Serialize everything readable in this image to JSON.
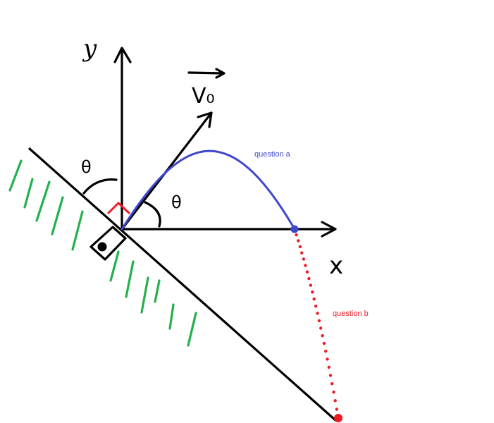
{
  "labels": {
    "y_axis": "y",
    "x_axis": "x",
    "velocity": "V₀",
    "angle_top": "θ",
    "angle_right": "θ",
    "trajectory_a": "question a",
    "trajectory_b": "question b"
  },
  "colors": {
    "ink": "#000000",
    "ground_hatch": "#22b14c",
    "trajectory_a": "#3f48cc",
    "trajectory_b": "#ed1c24",
    "right_angle_mark": "#ed1c24"
  }
}
